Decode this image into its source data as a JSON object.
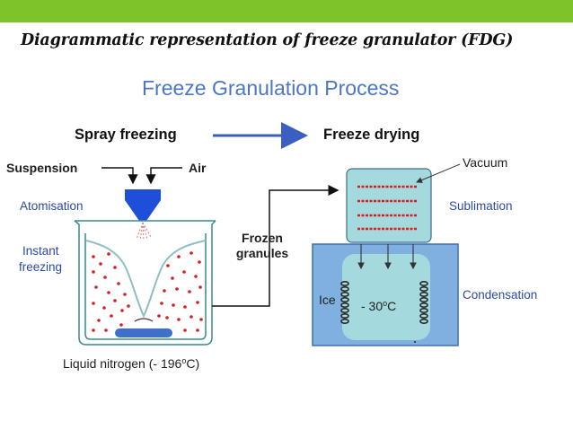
{
  "header": {
    "slide_title": "Diagrammatic representation of freeze  granulator (FDG)",
    "accent_color": "#7dc42a"
  },
  "diagram": {
    "title": "Freeze Granulation Process",
    "stages": {
      "left": "Spray freezing",
      "right": "Freeze drying"
    },
    "left_labels": {
      "suspension": "Suspension",
      "air": "Air",
      "atomisation": "Atomisation",
      "instant_line1": "Instant",
      "instant_line2": "freezing",
      "liquid_nitrogen_prefix": "Liquid nitrogen (- 196",
      "liquid_nitrogen_sup": "o",
      "liquid_nitrogen_suffix": "C)"
    },
    "middle_labels": {
      "frozen_line1": "Frozen",
      "frozen_line2": "granules"
    },
    "right_labels": {
      "vacuum": "Vacuum",
      "sublimation": "Sublimation",
      "condensation": "Condensation",
      "ice": "Ice",
      "temp_prefix": "- 30",
      "temp_sup": "o",
      "temp_suffix": "C"
    },
    "colors": {
      "title_blue": "#4a76c4",
      "arrow_blue": "#3b5fc0",
      "nozzle_blue": "#1f4ed8",
      "granule_red": "#d42020",
      "beaker_outline": "#3a8a8c",
      "chamber_fill": "#7fb0e0",
      "inner_fill": "#a4d9dd"
    }
  }
}
